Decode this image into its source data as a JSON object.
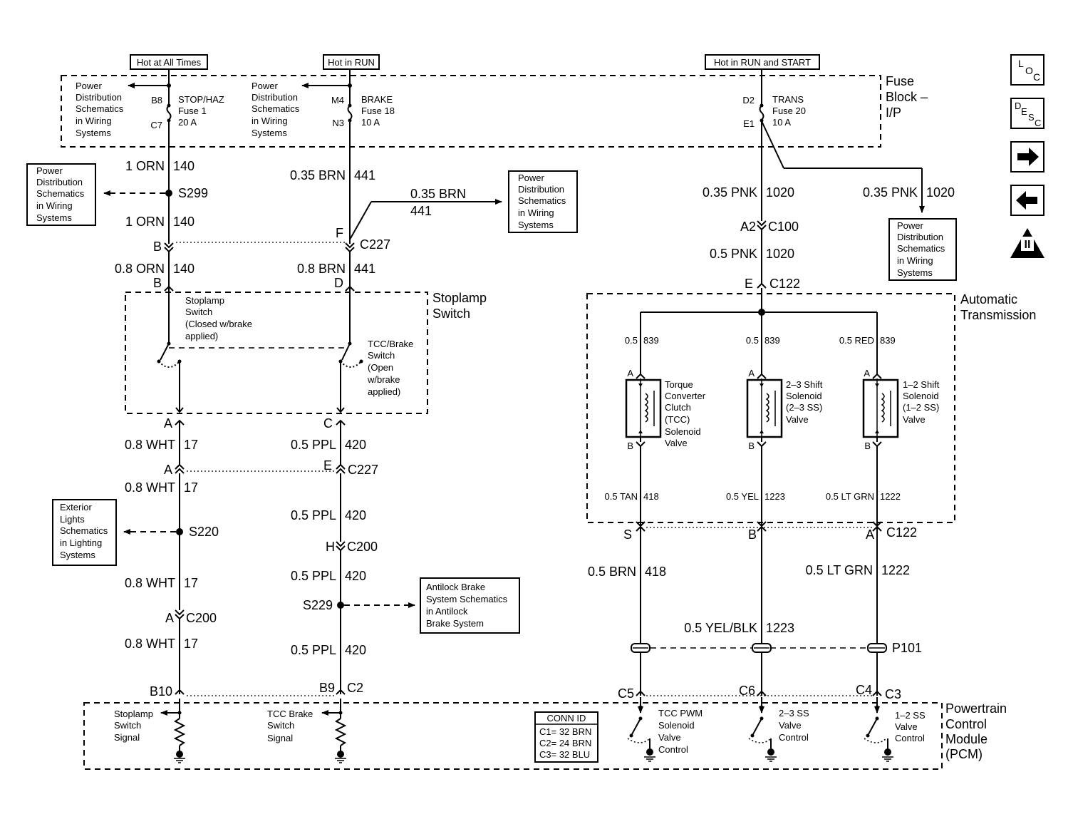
{
  "sources": {
    "hot_all": "Hot at All Times",
    "hot_run": "Hot in RUN",
    "hot_run_start": "Hot in RUN and START"
  },
  "fuse_block": {
    "title_1": "Fuse",
    "title_2": "Block –",
    "title_3": "I/P"
  },
  "power_dist": [
    "Power",
    "Distribution",
    "Schematics",
    "in Wiring",
    "Systems"
  ],
  "fuses": {
    "stop": {
      "in_pin": "B8",
      "out_pin": "C7",
      "name": "STOP/HAZ",
      "fuse": "Fuse 1",
      "amps": "20 A"
    },
    "brake": {
      "in_pin": "M4",
      "out_pin": "N3",
      "name": "BRAKE",
      "fuse": "Fuse 18",
      "amps": "10 A"
    },
    "trans": {
      "in_pin": "D2",
      "out_pin": "E1",
      "name": "TRANS",
      "fuse": "Fuse 20",
      "amps": "10 A"
    }
  },
  "wires": {
    "orn_size_1": "1 ORN",
    "orn_circ_1": "140",
    "orn_size_2": "1 ORN",
    "orn_circ_2": "140",
    "orn_size_3": "0.8 ORN",
    "orn_circ_3": "140",
    "brn_size_1": "0.35 BRN",
    "brn_circ_1": "441",
    "brn_branch_size": "0.35 BRN",
    "brn_branch_circ": "441",
    "brn_size_2": "0.8 BRN",
    "brn_circ_2": "441",
    "pnk_size_1": "0.35 PNK",
    "pnk_circ_1": "1020",
    "pnk_branch_size": "0.35 PNK",
    "pnk_branch_circ": "1020",
    "pnk_size_2": "0.5 PNK",
    "pnk_circ_2": "1020",
    "wht_size_1": "0.8 WHT",
    "wht_circ_1": "17",
    "wht_size_2": "0.8 WHT",
    "wht_circ_2": "17",
    "wht_size_3": "0.8 WHT",
    "wht_circ_3": "17",
    "wht_size_4": "0.8 WHT",
    "wht_circ_4": "17",
    "ppl_size_1": "0.5 PPL",
    "ppl_circ_1": "420",
    "ppl_size_2": "0.5 PPL",
    "ppl_circ_2": "420",
    "ppl_size_3": "0.5 PPL",
    "ppl_circ_3": "420",
    "ppl_size_4": "0.5 PPL",
    "ppl_circ_4": "420",
    "brn418_size": "0.5 BRN",
    "brn418_circ": "418",
    "yelblk_size": "0.5 YEL/BLK",
    "yelblk_circ": "1223",
    "ltgrn_size": "0.5 LT GRN",
    "ltgrn_circ": "1222"
  },
  "splices": {
    "s299": "S299",
    "s220": "S220",
    "s229": "S229"
  },
  "connectors": {
    "c227": "C227",
    "c100": "C100",
    "c122": "C122",
    "c200": "C200",
    "p101": "P101",
    "c227_pin_b": "B",
    "c227_pin_f": "F",
    "c100_pin": "A2",
    "c122_pin_e": "E",
    "sw_pin_b": "B",
    "sw_pin_d": "D",
    "sw_pin_a": "A",
    "sw_pin_c": "C",
    "c227_pin_a": "A",
    "c227_pin_e": "E",
    "c200_pin_h": "H",
    "c200_pin_a": "A",
    "pcm_b10": "B10",
    "pcm_b9": "B9",
    "pcm_c2": "C2",
    "c122_s": "S",
    "c122_b": "B",
    "c122_a": "A",
    "pcm_c5": "C5",
    "pcm_c6": "C6",
    "pcm_c4": "C4",
    "pcm_c3": "C3"
  },
  "stoplamp_switch": {
    "title_1": "Stoplamp",
    "title_2": "Switch",
    "sw1_lines": [
      "Stoplamp",
      "Switch",
      "(Closed w/brake",
      "applied)"
    ],
    "sw2_lines": [
      "TCC/Brake",
      "Switch",
      "(Open",
      "w/brake",
      "applied)"
    ]
  },
  "exterior": [
    "Exterior",
    "Lights",
    "Schematics",
    "in Lighting",
    "Systems"
  ],
  "antilock": [
    "Antilock Brake",
    "System Schematics",
    "in Antilock",
    "Brake System"
  ],
  "trans": {
    "title_1": "Automatic",
    "title_2": "Transmission",
    "w1_size": "0.5",
    "w1_circ": "839",
    "w2_size": "0.5",
    "w2_circ": "839",
    "w3_size": "0.5 RED",
    "w3_circ": "839",
    "pin_a": "A",
    "pin_b": "B",
    "sol1": [
      "Torque",
      "Converter",
      "Clutch",
      "(TCC)",
      "Solenoid",
      "Valve"
    ],
    "sol2": [
      "2–3 Shift",
      "Solenoid",
      "(2–3 SS)",
      "Valve"
    ],
    "sol3": [
      "1–2 Shift",
      "Solenoid",
      "(1–2 SS)",
      "Valve"
    ],
    "o1_size": "0.5 TAN",
    "o1_circ": "418",
    "o2_size": "0.5 YEL",
    "o2_circ": "1223",
    "o3_size": "0.5 LT GRN",
    "o3_circ": "1222"
  },
  "pcm": {
    "title": [
      "Powertrain",
      "Control",
      "Module",
      "(PCM)"
    ],
    "sig1": [
      "Stoplamp",
      "Switch",
      "Signal"
    ],
    "sig2": [
      "TCC Brake",
      "Switch",
      "Signal"
    ],
    "ctl1": [
      "TCC PWM",
      "Solenoid",
      "Valve",
      "Control"
    ],
    "ctl2": [
      "2–3 SS",
      "Valve",
      "Control"
    ],
    "ctl3": [
      "1–2 SS",
      "Valve",
      "Control"
    ],
    "conn_id_title": "CONN ID",
    "conn_id": [
      "C1= 32 BRN",
      "C2= 24 BRN",
      "C3= 32 BLU"
    ]
  },
  "nav": {
    "loc": [
      "L",
      "O",
      "C"
    ],
    "desc": [
      "D",
      "E",
      "S",
      "C"
    ],
    "obd": "OBD II",
    "obd_num": "II"
  }
}
